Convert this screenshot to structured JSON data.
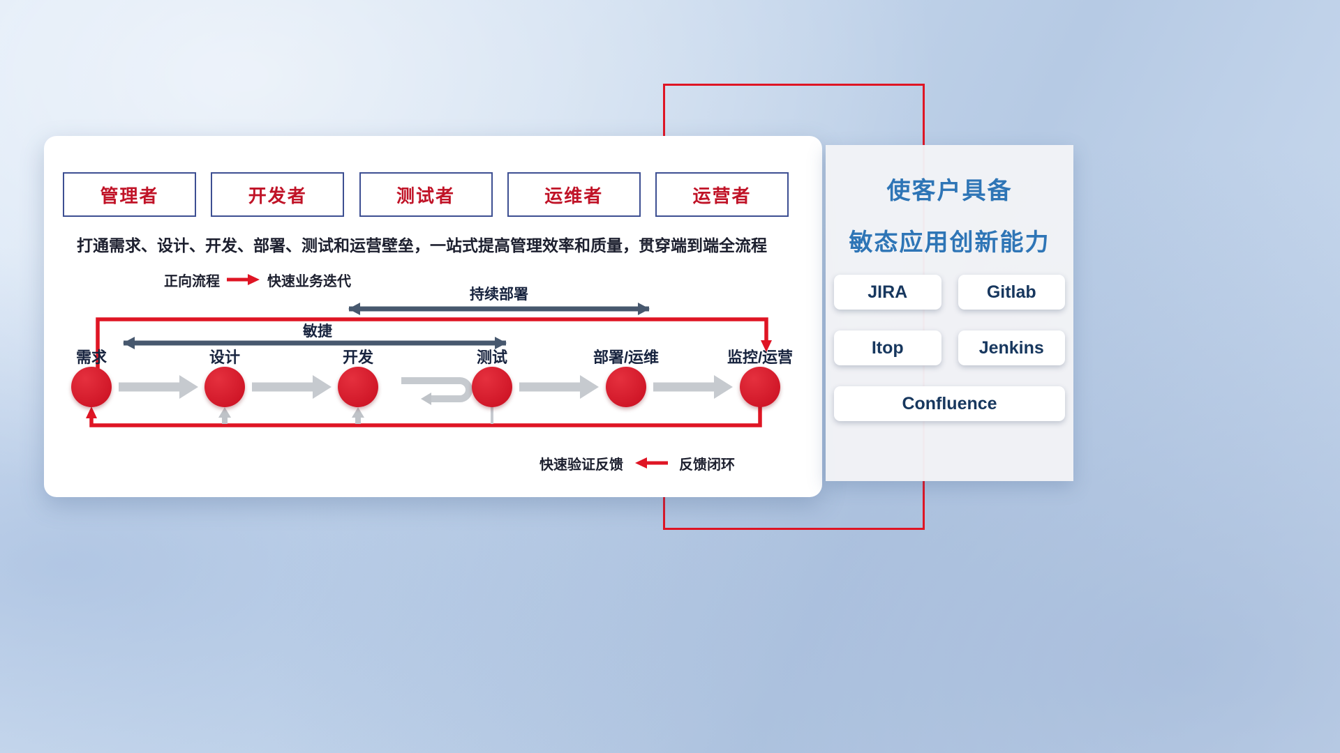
{
  "roles": [
    {
      "label": "管理者"
    },
    {
      "label": "开发者"
    },
    {
      "label": "测试者"
    },
    {
      "label": "运维者"
    },
    {
      "label": "运营者"
    }
  ],
  "subtitle": "打通需求、设计、开发、部署、测试和运营壁垒，一站式提高管理效率和质量，贯穿端到端全流程",
  "legend_forward": {
    "label": "正向流程",
    "description": "快速业务迭代"
  },
  "legend_feedback": {
    "label": "快速验证反馈",
    "description": "反馈闭环"
  },
  "flow": {
    "stages": [
      "需求",
      "设计",
      "开发",
      "测试",
      "部署/运维",
      "监控/运营"
    ],
    "agile_label": "敏捷",
    "continuous_deploy_label": "持续部署"
  },
  "right_panel": {
    "title_line1": "使客户具备",
    "title_line2": "敏态应用创新能力",
    "tools": [
      "JIRA",
      "Gitlab",
      "Itop",
      "Jenkins",
      "Confluence"
    ]
  },
  "icons": {
    "forward_arrow": "→",
    "feedback_arrow": "←",
    "iterate_loop": "⟳"
  },
  "colors": {
    "accent_red": "#df1524",
    "role_text_red": "#c01327",
    "role_border_navy": "#3d4f92",
    "panel_title_blue": "#2e75b6",
    "tool_text_navy": "#17375e",
    "slate_arrow": "#47586e",
    "gray_arrow": "#c6cacf"
  }
}
